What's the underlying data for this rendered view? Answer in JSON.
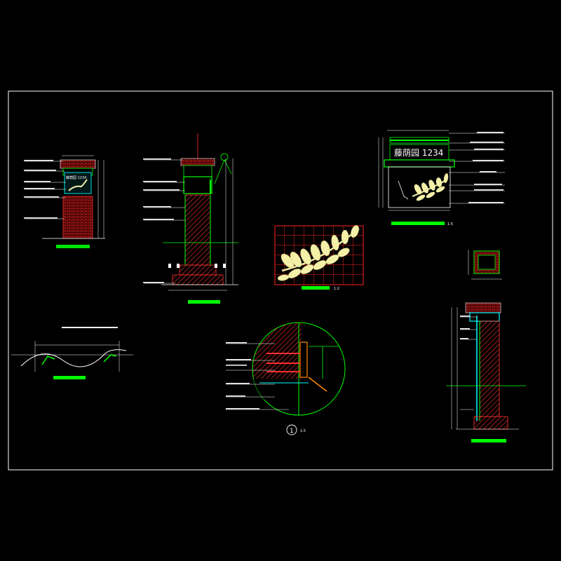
{
  "drawing": {
    "frame_color": "#ffffff",
    "line_color": "#00ff00",
    "hatch_color": "#ff3030",
    "dim_color": "#ffffff",
    "accent_color": "#00ffff",
    "leaf_color": "#f4f0a8",
    "grid_color": "#ff2020"
  },
  "labels": {
    "sign_text": "藤荫园 1234",
    "sign_text_small": "藤荫园 1234",
    "scale_1": "1:5",
    "scale_2": "1:2",
    "detail_number": "1",
    "detail_scale": "1:5"
  }
}
